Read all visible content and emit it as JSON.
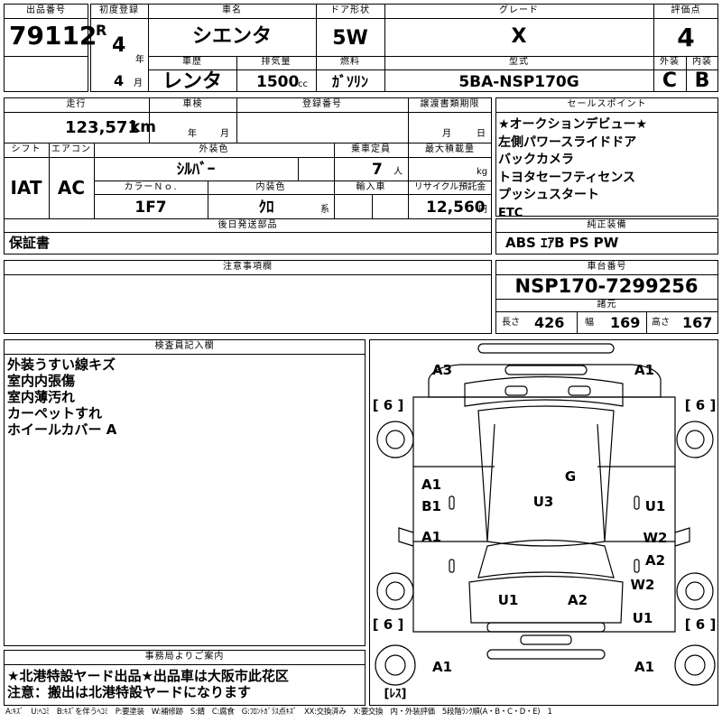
{
  "labels": {
    "lot_no": "出品番号",
    "first_reg": "初度登録",
    "car_name": "車名",
    "door": "ドア形状",
    "grade": "グレード",
    "score": "評価点",
    "exterior": "外装",
    "interior": "内装",
    "history": "車歴",
    "displacement": "排気量",
    "fuel": "燃料",
    "model": "型式",
    "year_unit": "年",
    "month_unit": "月",
    "cc_unit": "cc",
    "mileage": "走行",
    "shaken": "車検",
    "reg_no": "登録番号",
    "transfer": "譲渡書類期限",
    "shaken_year": "年",
    "shaken_month": "月",
    "transfer_month": "月",
    "transfer_day": "日",
    "sales_points": "セールスポイント",
    "shift": "シフト",
    "aircon": "エアコン",
    "ext_color": "外装色",
    "capacity": "乗車定員",
    "max_load": "最大積載量",
    "color_no": "カラーＮｏ.",
    "int_color": "内装色",
    "import": "輸入車",
    "recycle": "リサイクル預託金",
    "persons_unit": "人",
    "kg_unit": "kg",
    "int_color_unit": "系",
    "later_parts": "後日発送部品",
    "genuine_equip": "純正装備",
    "notes": "注意事項欄",
    "chassis_no": "車台番号",
    "specs": "諸元",
    "length": "長さ",
    "width": "幅",
    "height": "高さ",
    "inspector": "検査員記入欄",
    "office": "事務局よりご案内"
  },
  "values": {
    "lot_no": "79112",
    "reg_era": "R",
    "reg_year": "4",
    "reg_month": "4",
    "car_name": "シエンタ",
    "door": "5W",
    "grade": "X",
    "score": "4",
    "exterior": "C",
    "interior": "B",
    "history": "レンタ",
    "displacement": "1500",
    "fuel": "ｶﾞｿﾘﾝ",
    "model": "5BA-NSP170G",
    "mileage": "123,571",
    "mileage_unit": "km",
    "shift": "IAT",
    "aircon": "AC",
    "ext_color": "ｼﾙﾊﾞｰ",
    "capacity": "7",
    "color_no": "1F7",
    "int_color": "ｸﾛ",
    "recycle": "12,560",
    "recycle_unit": "円",
    "later_parts": "保証書",
    "genuine_equip": "ABS ｴｱB PS PW",
    "chassis_no": "NSP170-7299256",
    "length": "426",
    "width": "169",
    "height": "167"
  },
  "sales_points": [
    "★オークションデビュー★",
    "左側パワースライドドア",
    "バックカメラ",
    "トヨタセーフティセンス",
    "プッシュスタート",
    "ETC"
  ],
  "inspector_notes": [
    "外装うすい線キズ",
    "室内内張傷",
    "室内薄汚れ",
    "カーペットすれ",
    "ホイールカバー A"
  ],
  "diagram": {
    "codes": [
      {
        "code": "A3",
        "id": "rear-left-corner"
      },
      {
        "code": "A1",
        "id": "rear-right-corner"
      },
      {
        "code": "A1",
        "id": "left-rear-panel"
      },
      {
        "code": "B1",
        "id": "left-rear-panel-2"
      },
      {
        "code": "A1",
        "id": "left-front-door"
      },
      {
        "code": "G",
        "id": "windshield"
      },
      {
        "code": "U3",
        "id": "roof"
      },
      {
        "code": "U1",
        "id": "right-rear-door"
      },
      {
        "code": "W2",
        "id": "right-front-door"
      },
      {
        "code": "A2",
        "id": "right-front-door-2"
      },
      {
        "code": "W2",
        "id": "right-front-fender"
      },
      {
        "code": "U1",
        "id": "right-front-fender-2"
      },
      {
        "code": "U1",
        "id": "hood-left"
      },
      {
        "code": "A2",
        "id": "hood-right"
      },
      {
        "code": "A1",
        "id": "front-left-corner"
      },
      {
        "code": "A1",
        "id": "front-right-corner"
      }
    ],
    "tyres": [
      {
        "label": "[ 6 ]",
        "id": "rear-left"
      },
      {
        "label": "[ 6 ]",
        "id": "rear-right"
      },
      {
        "label": "[ 6 ]",
        "id": "front-left"
      },
      {
        "label": "[ 6 ]",
        "id": "front-right"
      }
    ],
    "spare": "[ﾚｽ]"
  },
  "office_notes": [
    "★北港特設ヤード出品★出品車は大阪市此花区",
    "注意：搬出は北港特設ヤードになります"
  ],
  "legend": "A:ｷｽﾞ　U:ﾍｺﾐ　B:ｷｽﾞを伴うﾍｺﾐ　P:要塗装　W:補修跡　S:錆　C:腐食　G:ﾌﾛﾝﾄｶﾞﾗｽ点ｷｽﾞ　XX:交換済み　X:要交換　内・外装評価　5段階ﾗﾝｸ順(A・B・C・D・E)　1"
}
